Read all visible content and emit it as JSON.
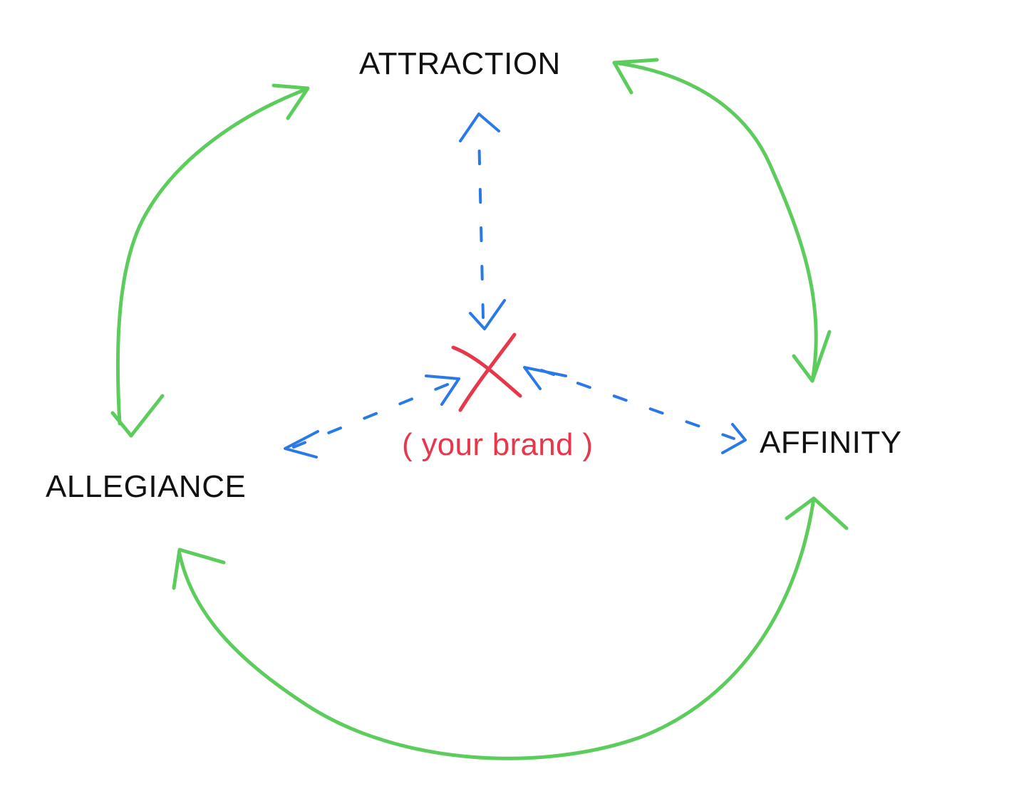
{
  "nodes": {
    "attraction": "ATTRACTION",
    "affinity": "AFFINITY",
    "allegiance": "ALLEGIANCE",
    "brand": "( your brand )"
  },
  "colors": {
    "cycle_arrows": "#5ccd5c",
    "center_arrows": "#2979e8",
    "brand_mark": "#e8364a",
    "node_text": "#111111",
    "background": "#ffffff"
  },
  "icons": {
    "brand_mark": "x-mark-icon"
  }
}
